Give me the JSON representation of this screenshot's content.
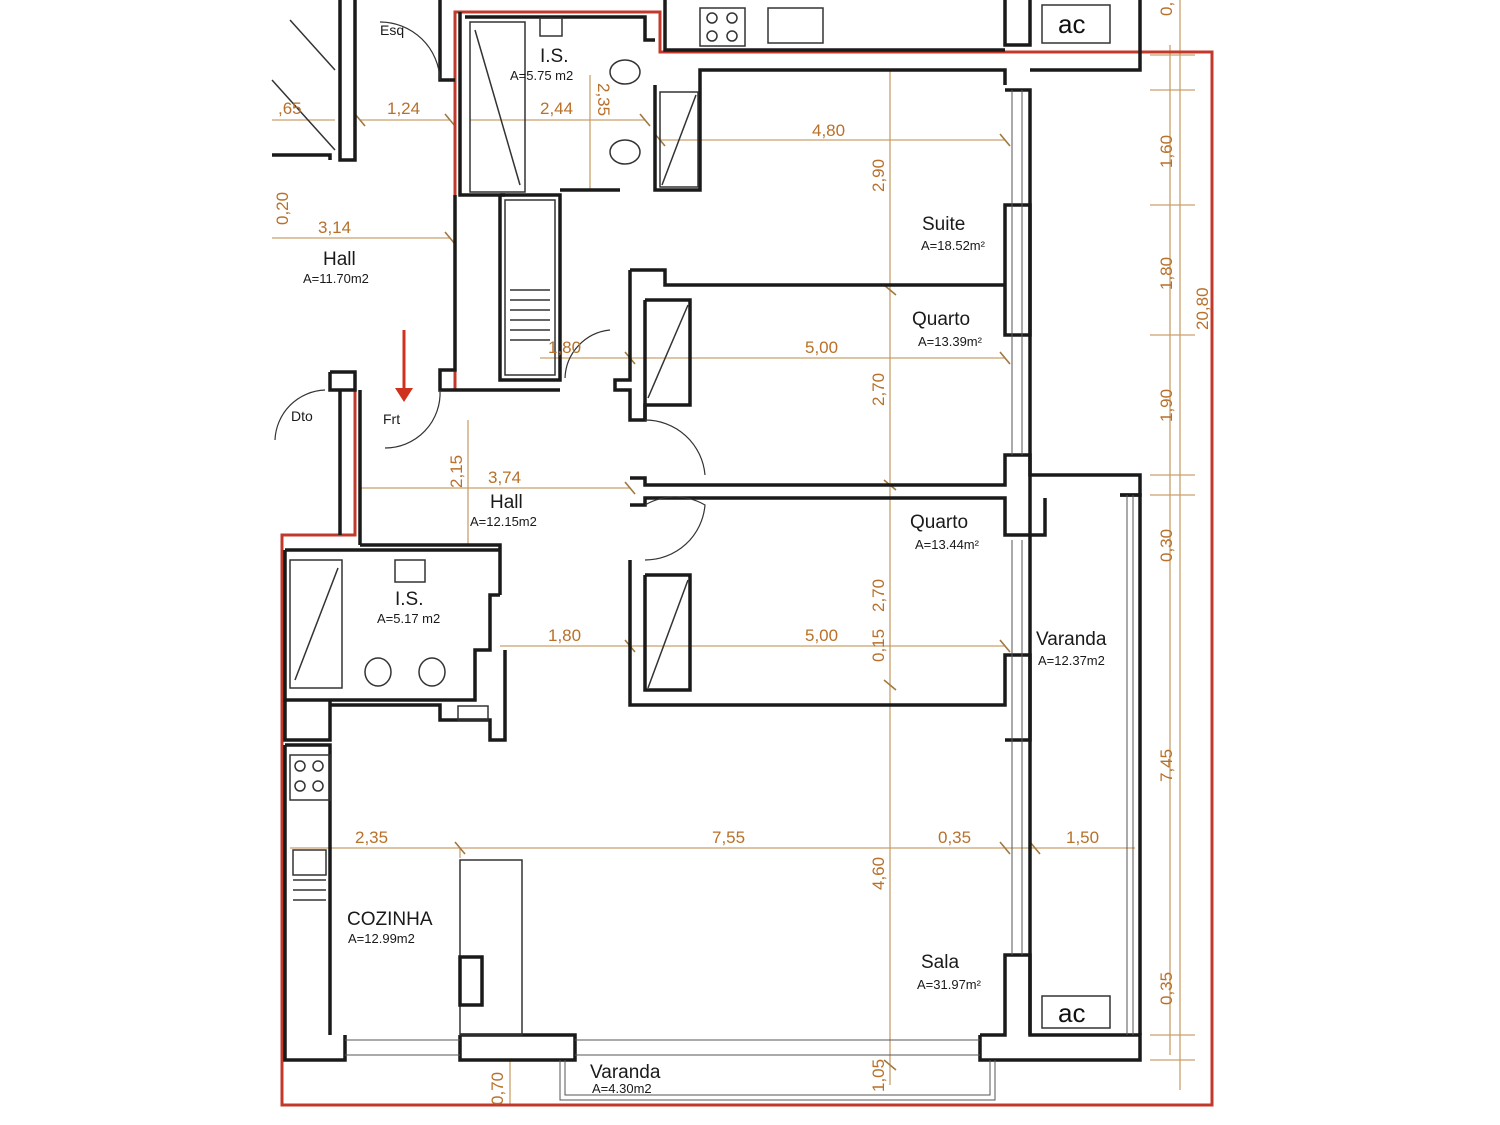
{
  "rooms": [
    {
      "id": "is-top",
      "name": "I.S.",
      "area": "A=5.75 m2"
    },
    {
      "id": "hall-left",
      "name": "Hall",
      "area": "A=11.70m2"
    },
    {
      "id": "suite",
      "name": "Suite",
      "area": "A=18.52m²"
    },
    {
      "id": "quarto-1",
      "name": "Quarto",
      "area": "A=13.39m²"
    },
    {
      "id": "hall-center",
      "name": "Hall",
      "area": "A=12.15m2"
    },
    {
      "id": "quarto-2",
      "name": "Quarto",
      "area": "A=13.44m²"
    },
    {
      "id": "is-bottom",
      "name": "I.S.",
      "area": "A=5.17 m2"
    },
    {
      "id": "varanda-right",
      "name": "Varanda",
      "area": "A=12.37m2"
    },
    {
      "id": "cozinha",
      "name": "COZINHA",
      "area": "A=12.99m2"
    },
    {
      "id": "sala",
      "name": "Sala",
      "area": "A=31.97m²"
    },
    {
      "id": "varanda-bottom",
      "name": "Varanda",
      "area": "A=4.30m2"
    }
  ],
  "labels": {
    "esq": "Esq",
    "dto": "Dto",
    "frt": "Frt",
    "ac_top": "ac",
    "ac_bottom": "ac"
  },
  "dimensions": {
    "d_065": ",65",
    "d_124": "1,24",
    "d_244": "2,44",
    "d_235": "2,35",
    "d_020": "0,20",
    "d_314": "3,14",
    "d_480": "4,80",
    "d_290": "2,90",
    "d_180a": "1,80",
    "d_500a": "5,00",
    "d_270a": "2,70",
    "d_215": "2,15",
    "d_374": "3,74",
    "d_180b": "1,80",
    "d_500b": "5,00",
    "d_270b": "2,70",
    "d_015": "0,15",
    "d_235b": "2,35",
    "d_755": "7,55",
    "d_035a": "0,35",
    "d_150": "1,50",
    "d_460": "4,60",
    "d_105": "1,05",
    "d_070": "0,70",
    "r_0": "0,",
    "r_160": "1,60",
    "r_180": "1,80",
    "r_190": "1,90",
    "r_030": "0,30",
    "r_745": "7,45",
    "r_035": "0,35",
    "r_2080": "20,80"
  },
  "colors": {
    "boundary": "#c0392b",
    "dimension": "#b8702a",
    "wall": "#1a1a1a",
    "entrance_arrow": "#d0311f"
  }
}
